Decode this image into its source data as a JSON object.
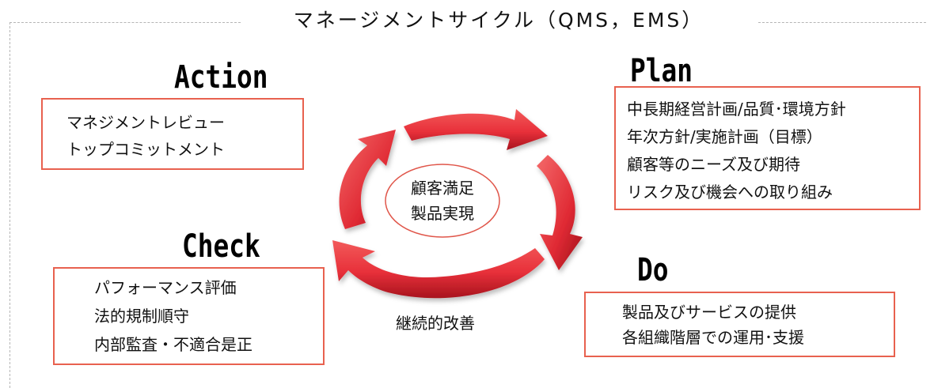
{
  "title": "マネージメントサイクル（QMS，EMS）",
  "action": {
    "heading": "Action",
    "items": [
      "マネジメントレビュー",
      "トップコミットメント"
    ]
  },
  "plan": {
    "heading": "Plan",
    "items": [
      "中長期経営計画/品質･環境方針",
      "年次方針/実施計画（目標）",
      "顧客等のニーズ及び期待",
      "リスク及び機会への取り組み"
    ]
  },
  "check": {
    "heading": "Check",
    "items": [
      "パフォーマンス評価",
      "法的規制順守",
      "内部監査・不適合是正"
    ]
  },
  "do": {
    "heading": "Do",
    "items": [
      "製品及びサービスの提供",
      "各組織階層での運用･支援"
    ]
  },
  "center": {
    "line1": "顧客満足",
    "line2": "製品実現"
  },
  "cycle_label": "継続的改善",
  "colors": {
    "arrow": "#e8303a",
    "arrow_dark": "#b01822",
    "box_border": "#e8614f",
    "ellipse_border": "#e0564a"
  }
}
